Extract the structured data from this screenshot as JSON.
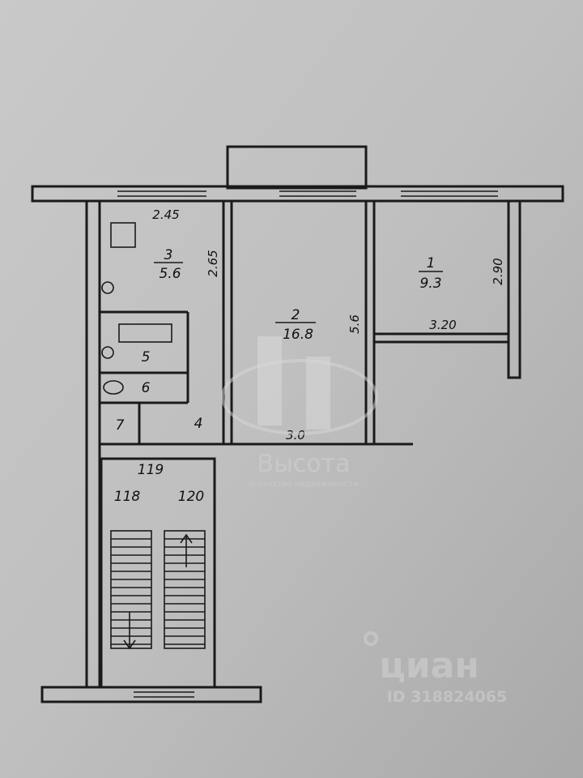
{
  "rooms": [
    {
      "number": "1",
      "area": "9.3"
    },
    {
      "number": "2",
      "area": "16.8"
    },
    {
      "number": "3",
      "area": "5.6"
    },
    {
      "number": "4"
    },
    {
      "number": "5"
    },
    {
      "number": "6"
    },
    {
      "number": "7"
    }
  ],
  "dimensions": {
    "room3_width": "2.45",
    "room3_depth": "2.65",
    "room2_depth": "5.6",
    "room2_width": "3.0",
    "room1_depth": "2.90",
    "room1_width": "3.20"
  },
  "stairwell": {
    "landing": "119",
    "left_unit": "118",
    "right_unit": "120"
  },
  "watermarks": {
    "agency_name": "Высота",
    "agency_subtitle": "агентство недвижимости",
    "listing_brand": "циан",
    "listing_id": "ID 318824065"
  }
}
